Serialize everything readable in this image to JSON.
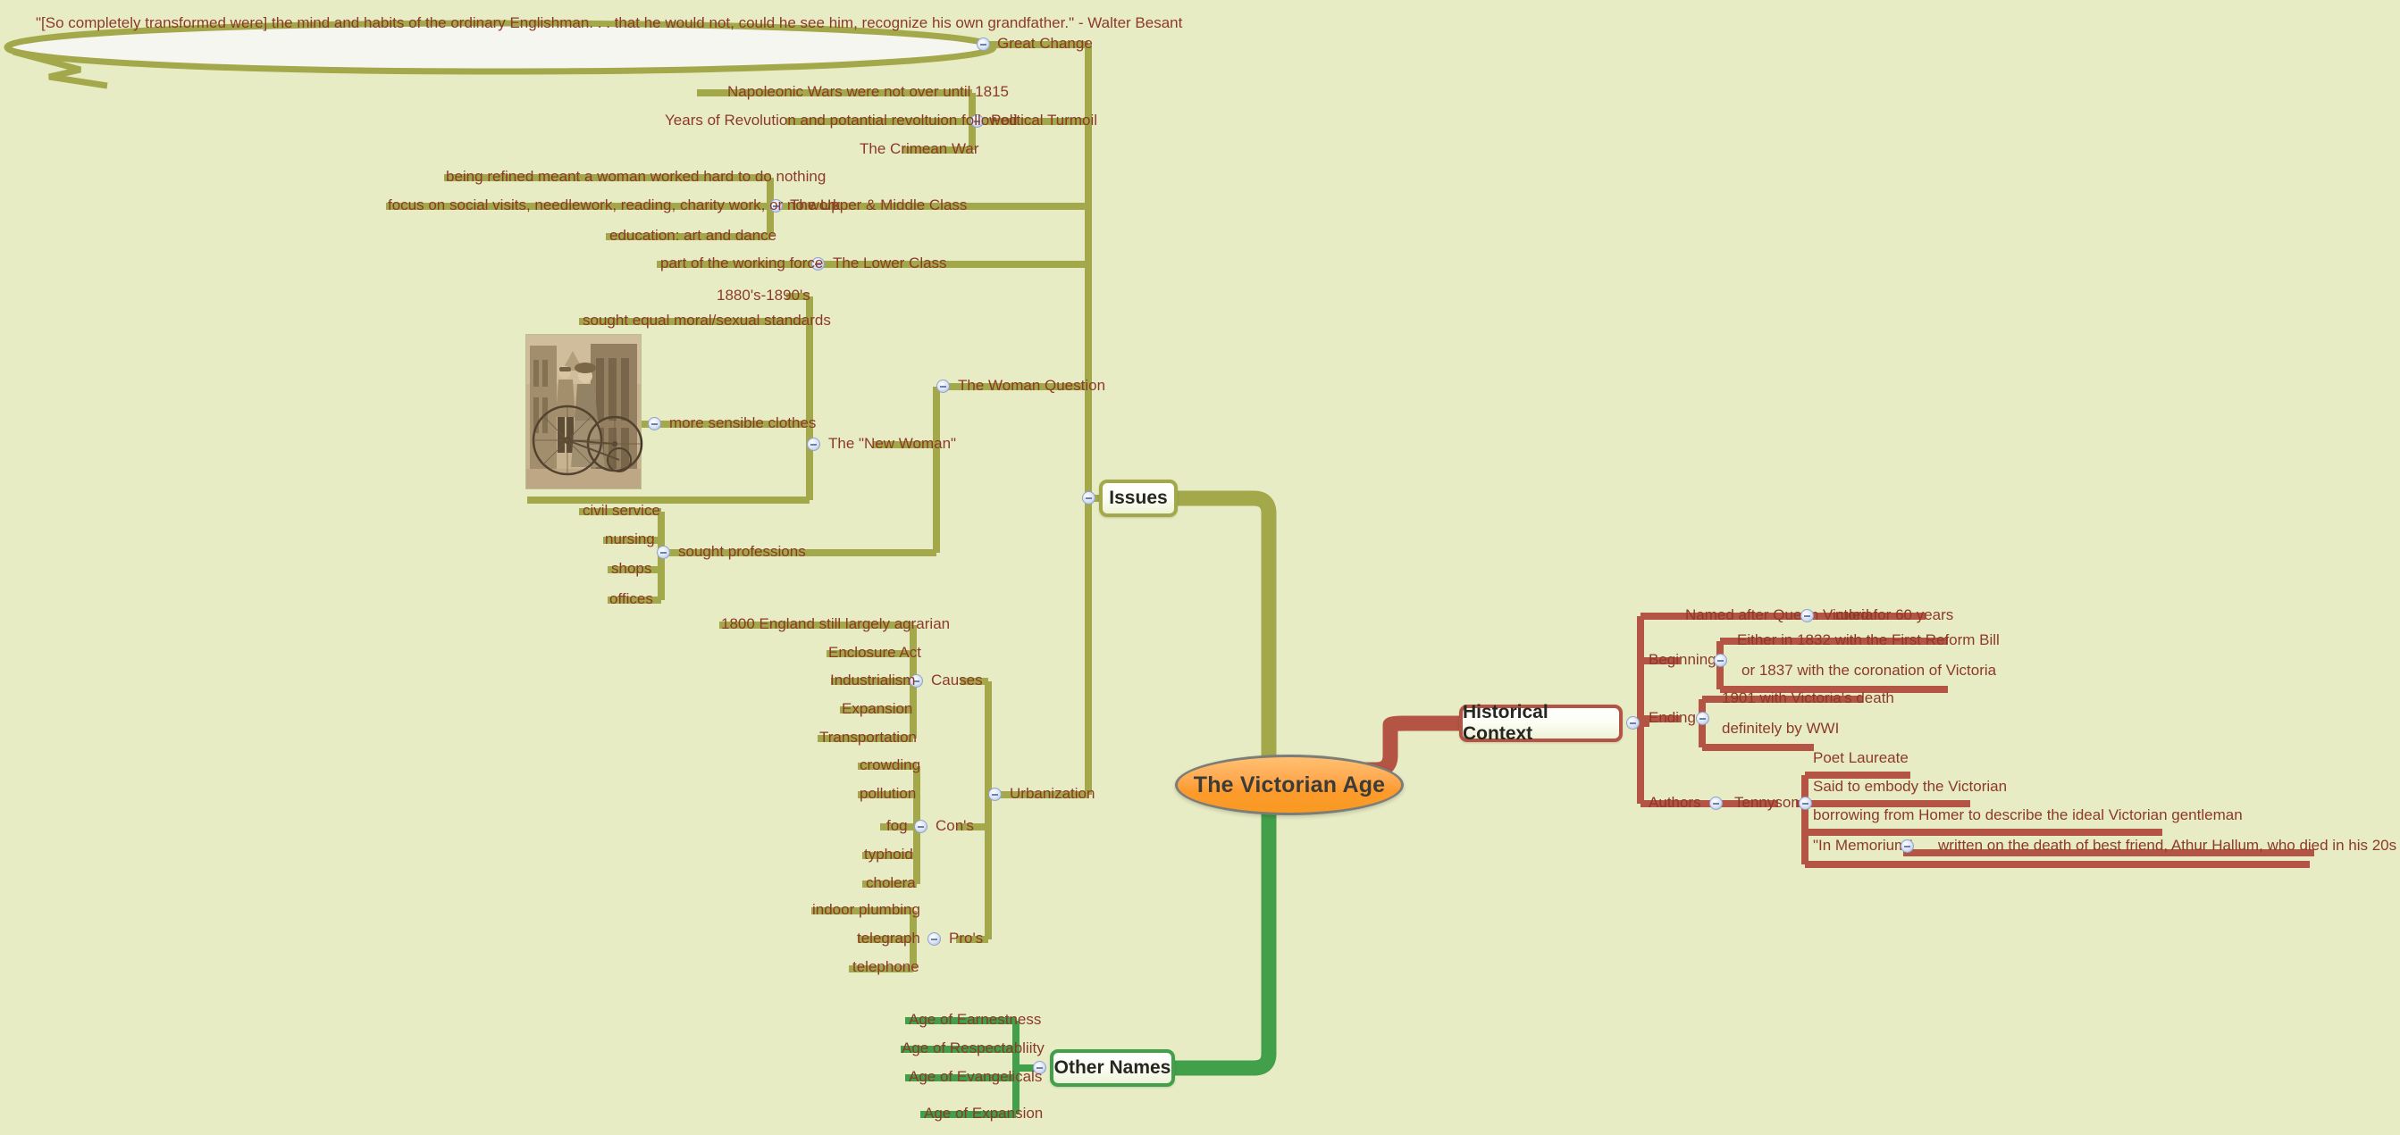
{
  "document": {
    "title": "The Victorian Age",
    "background_color": "#e8ecc4"
  },
  "central_node": {
    "label": "The Victorian Age",
    "fill": "#fca534",
    "border": "#7d7d77"
  },
  "branches": {
    "issues": {
      "label": "Issues",
      "color": "#a3a84b",
      "children": [
        {
          "label": "Great Change",
          "quote": "\"[So completely transformed were] the mind and habits of the ordinary Englishman. . . that he would not, could he see him, recognize his own grandfather.\" - Walter Besant"
        },
        {
          "label": "Political Turmoil",
          "children": [
            "Napoleonic Wars were not over until 1815",
            "Years of Revolution and potantial revoltuion followed",
            "The Crimean War"
          ]
        },
        {
          "label": "The Upper & Middle Class",
          "children": [
            "being refined meant a woman worked hard to do nothing",
            "focus on social visits, needlework, reading, charity work, or no work",
            "education: art and dance"
          ]
        },
        {
          "label": "The Lower Class",
          "children": [
            "part of the working force"
          ]
        },
        {
          "label": "The Woman Question",
          "children": [
            {
              "label": "The \"New Woman\"",
              "children": [
                "1880's-1890's",
                "sought equal moral/sexual standards",
                "more sensible clothes"
              ],
              "image": "victorian-couple-tricycle-photo"
            },
            {
              "label": "sought professions",
              "children": [
                "civil service",
                "nursing",
                "shops",
                "offices"
              ]
            }
          ]
        },
        {
          "label": "Urbanization",
          "children": [
            {
              "label": "Causes",
              "children": [
                "1800 England still largely agrarian",
                "Enclosure Act",
                "Industrialism",
                "Expansion",
                "Transportation"
              ]
            },
            {
              "label": "Con's",
              "children": [
                "crowding",
                "pollution",
                "fog",
                "typhoid",
                "cholera"
              ]
            },
            {
              "label": "Pro's",
              "children": [
                "indoor plumbing",
                "telegraph",
                "telephone"
              ]
            }
          ]
        }
      ]
    },
    "other_names": {
      "label": "Other Names",
      "color": "#41a049",
      "children": [
        "Age of Earnestness",
        "Age of Respectabliity",
        "Age of Evangelicals",
        "Age of Expansion"
      ]
    },
    "historical_context": {
      "label": "Historical Context",
      "color": "#b35445",
      "children": [
        {
          "label": "Named after Queen Victoria",
          "children": [
            "ruled for 60 years"
          ]
        },
        {
          "label": "Beginning",
          "children": [
            "Either in 1832 with the First Reform Bill",
            "or 1837 with the coronation of Victoria"
          ]
        },
        {
          "label": "Ending",
          "children": [
            "1901 with Victoria's death",
            "definitely by WWI"
          ]
        },
        {
          "label": "Authors",
          "children": [
            {
              "label": "Tennyson",
              "children": [
                "Poet Laureate",
                "Said to embody the Victorian",
                "borrowing from Homer to describe the ideal Victorian gentleman",
                {
                  "label": "\"In Memorium\"",
                  "children": [
                    "written on the death of best friend, Athur Hallum, who died in his 20s"
                  ]
                }
              ]
            }
          ]
        }
      ]
    }
  },
  "labels": {
    "quote": "\"[So completely transformed were] the mind and habits of the ordinary Englishman. . . that he would not, could he see him, recognize his own grandfather.\" - Walter Besant",
    "great_change": "Great Change",
    "political_turmoil": "Political Turmoil",
    "napoleonic": "Napoleonic Wars were not over until 1815",
    "revolution": "Years of Revolution and potantial revoltuion followed",
    "crimean": "The Crimean War",
    "upper_middle": "The Upper & Middle Class",
    "refined": "being refined meant a woman worked hard to do nothing",
    "social_visits": "focus on social visits, needlework, reading, charity work, or no work",
    "education": "education: art and dance",
    "lower_class": "The Lower Class",
    "working_force": "part of the working force",
    "woman_question": "The Woman Question",
    "new_woman": "The \"New Woman\"",
    "decades": "1880's-1890's",
    "standards": "sought equal moral/sexual standards",
    "clothes": "more sensible clothes",
    "sought_professions": "sought professions",
    "civil_service": "civil service",
    "nursing": "nursing",
    "shops": "shops",
    "offices": "offices",
    "urbanization": "Urbanization",
    "causes": "Causes",
    "agrarian": "1800 England still largely agrarian",
    "enclosure": "Enclosure Act",
    "industrialism": "Industrialism",
    "expansion": "Expansion",
    "transportation": "Transportation",
    "cons": "Con's",
    "crowding": "crowding",
    "pollution": "pollution",
    "fog": "fog",
    "typhoid": "typhoid",
    "cholera": "cholera",
    "pros": "Pro's",
    "indoor_plumbing": "indoor plumbing",
    "telegraph": "telegraph",
    "telephone": "telephone",
    "issues": "Issues",
    "other_names": "Other Names",
    "age_earnestness": "Age of Earnestness",
    "age_respectability": "Age of Respectabliity",
    "age_evangelicals": "Age of Evangelicals",
    "age_expansion": "Age of Expansion",
    "central": "The Victorian Age",
    "historical_context": "Historical Context",
    "named_after": "Named after Queen Victoria",
    "ruled_60": "ruled for 60 years",
    "beginning": "Beginning",
    "reform_bill": "Either in 1832 with the First Reform Bill",
    "coronation": "or 1837 with the coronation of Victoria",
    "ending": "Ending",
    "victoria_death": "1901 with Victoria's death",
    "wwi": "definitely by WWI",
    "authors": "Authors",
    "tennyson": "Tennyson",
    "poet_laureate": "Poet Laureate",
    "embody": "Said to embody the Victorian",
    "homer": "borrowing from Homer to describe the ideal Victorian gentleman",
    "in_memorium": "\"In Memorium\"",
    "hallum": "written on the death of best friend, Athur Hallum, who died in his 20s"
  }
}
